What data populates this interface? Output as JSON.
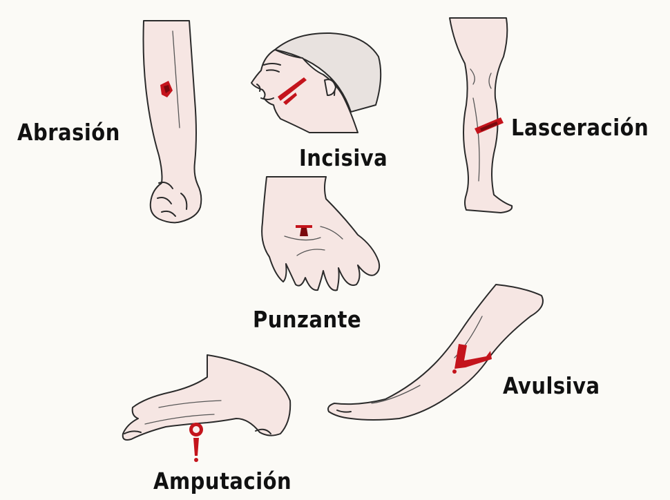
{
  "labels": {
    "abrasion": "Abrasión",
    "incision": "Incisiva",
    "laceration": "Lasceración",
    "puncture": "Punzante",
    "avulsion": "Avulsiva",
    "amputation": "Amputación"
  },
  "colors": {
    "background": "#fbfaf6",
    "skin": "#f6e6e3",
    "wound": "#c4141c",
    "text": "#111111"
  }
}
